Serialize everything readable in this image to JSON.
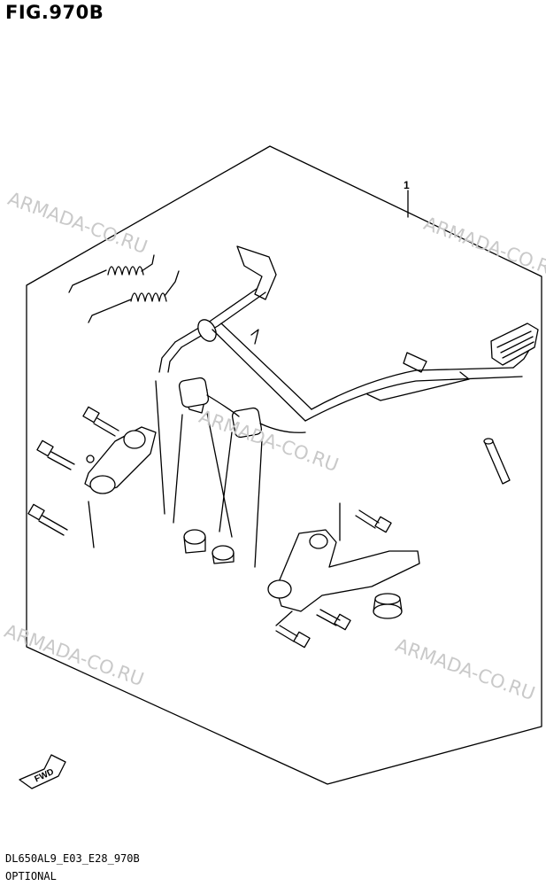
{
  "figure": {
    "title": "FIG.970B",
    "callout_number": "1",
    "watermark": "ARMADA-CO.RU",
    "fwd_label": "FWD",
    "model_code": "DL650AL9_E03_E28_970B",
    "group_label": "OPTIONAL"
  },
  "icons": {
    "fwd_arrow": "fwd-arrow-icon"
  },
  "colors": {
    "line": "#000000",
    "watermark": "#c9c9c9",
    "background": "#ffffff"
  }
}
